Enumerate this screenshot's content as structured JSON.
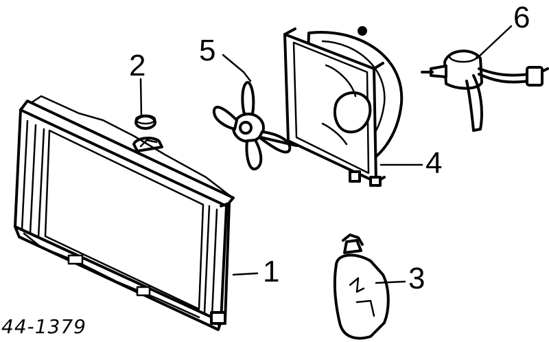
{
  "callouts": {
    "radiator": "1",
    "radiator_cap": "2",
    "reservoir_tank": "3",
    "fan_shroud": "4",
    "fan_blade": "5",
    "fan_motor": "6"
  },
  "figure_code": "44-1379",
  "colors": {
    "ink": "#000000",
    "paper": "#ffffff"
  }
}
